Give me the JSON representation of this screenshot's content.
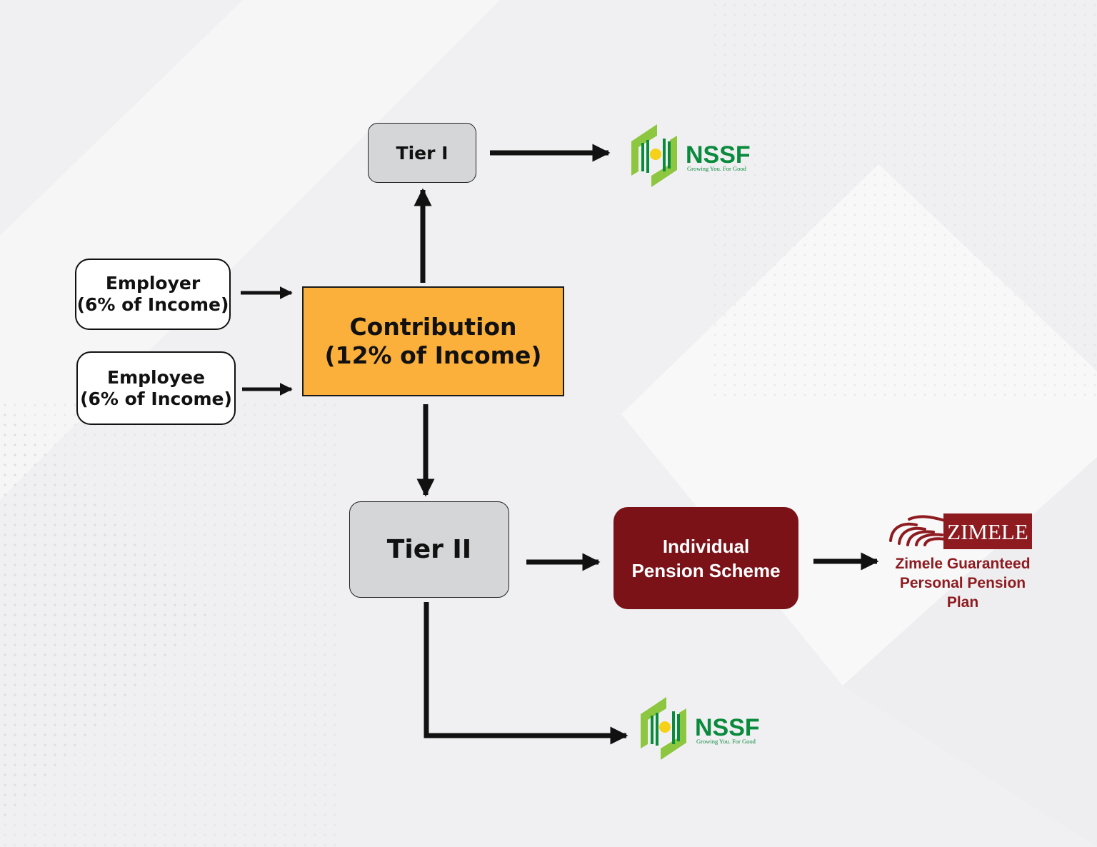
{
  "nodes": {
    "tier1": "Tier I",
    "tier2": "Tier II",
    "employer": {
      "line1": "Employer",
      "line2": "(6% of Income)"
    },
    "employee": {
      "line1": "Employee",
      "line2": "(6% of Income)"
    },
    "contribution": {
      "line1": "Contribution",
      "line2": "(12% of Income)"
    },
    "individual_pension_scheme": {
      "line1": "Individual",
      "line2": "Pension Scheme"
    }
  },
  "logos": {
    "nssf": {
      "name": "NSSF",
      "tagline": "Growing You. For Good",
      "green": "#0a8a3c",
      "lime": "#8dc63f",
      "yellow": "#f7d117"
    },
    "zimele": {
      "name": "ZIMELE",
      "color": "#8e1b20"
    }
  },
  "zimele_caption": {
    "line1": "Zimele Guaranteed",
    "line2": "Personal Pension",
    "line3": "Plan"
  },
  "colors": {
    "contribution_fill": "#fbb03b",
    "tier_fill": "#d5d6d8",
    "scheme_fill": "#7a1218",
    "arrow": "#111111"
  }
}
